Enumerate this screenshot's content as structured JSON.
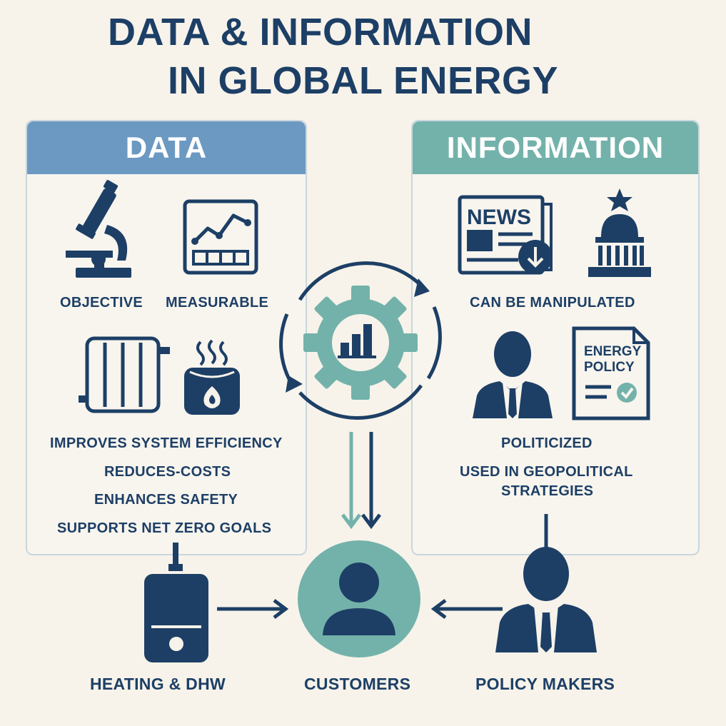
{
  "title": {
    "line1": "DATA & INFORMATION",
    "line2": "IN GLOBAL ENERGY"
  },
  "data_panel": {
    "header": "DATA",
    "labels": {
      "objective": "OBJECTIVE",
      "measurable": "MEASURABLE"
    },
    "benefits": [
      "IMPROVES SYSTEM EFFICIENCY",
      "REDUCES-COSTS",
      "ENHANCES SAFETY",
      "SUPPORTS NET ZERO GOALS"
    ]
  },
  "info_panel": {
    "header": "INFORMATION",
    "news_text": "NEWS",
    "manipulated": "CAN BE MANIPULATED",
    "policy_doc": {
      "line1": "ENERGY",
      "line2": "POLICY"
    },
    "politicized": "POLITICIZED",
    "geo_line1": "USED IN GEOPOLITICAL",
    "geo_line2": "STRATEGIES"
  },
  "bottom": {
    "heating": "HEATING & DHW",
    "customers": "CUSTOMERS",
    "policy_makers": "POLICY MAKERS"
  },
  "colors": {
    "navy": "#1d3f66",
    "teal": "#73b2aa",
    "blue_header": "#6c99c2",
    "background": "#f7f3ea"
  }
}
